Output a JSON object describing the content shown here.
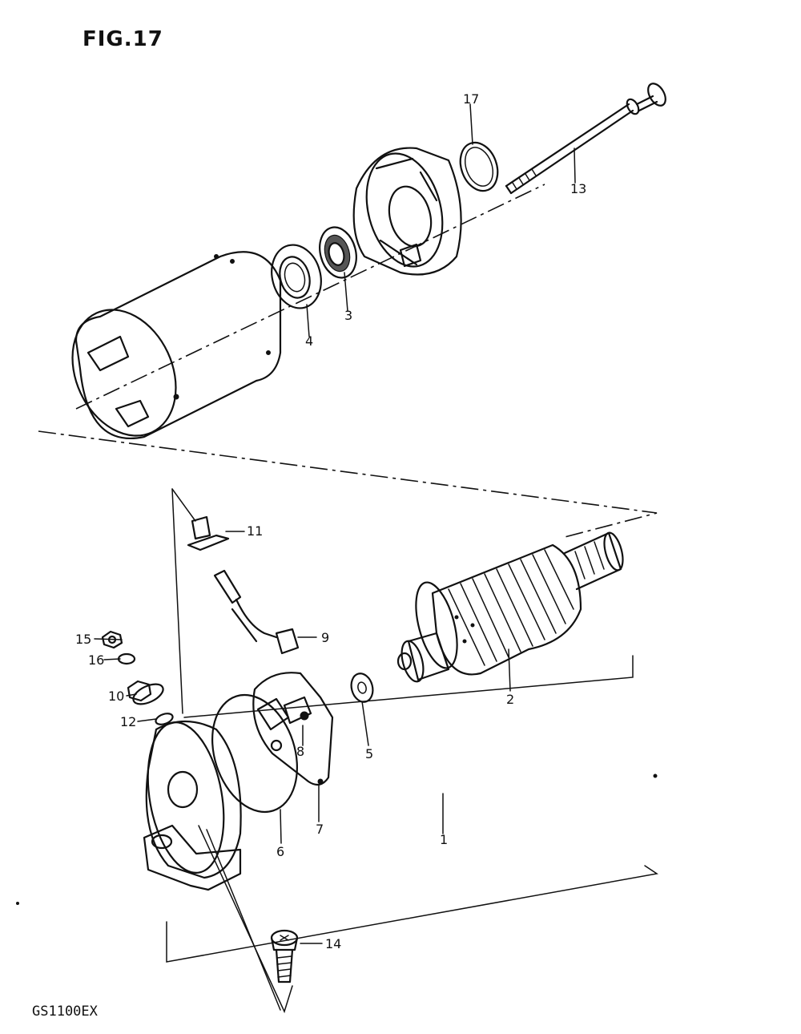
{
  "figure_title": "FIG.17",
  "model_code": "GS1100EX",
  "parts": [
    {
      "id": "part-1",
      "label": "1"
    },
    {
      "id": "part-2",
      "label": "2"
    },
    {
      "id": "part-3",
      "label": "3"
    },
    {
      "id": "part-4",
      "label": "4"
    },
    {
      "id": "part-5",
      "label": "5"
    },
    {
      "id": "part-6",
      "label": "6"
    },
    {
      "id": "part-7",
      "label": "7"
    },
    {
      "id": "part-8",
      "label": "8"
    },
    {
      "id": "part-9",
      "label": "9"
    },
    {
      "id": "part-10",
      "label": "10"
    },
    {
      "id": "part-11",
      "label": "11"
    },
    {
      "id": "part-12",
      "label": "12"
    },
    {
      "id": "part-13",
      "label": "13"
    },
    {
      "id": "part-14",
      "label": "14"
    },
    {
      "id": "part-15",
      "label": "15"
    },
    {
      "id": "part-16",
      "label": "16"
    },
    {
      "id": "part-17",
      "label": "17"
    }
  ]
}
